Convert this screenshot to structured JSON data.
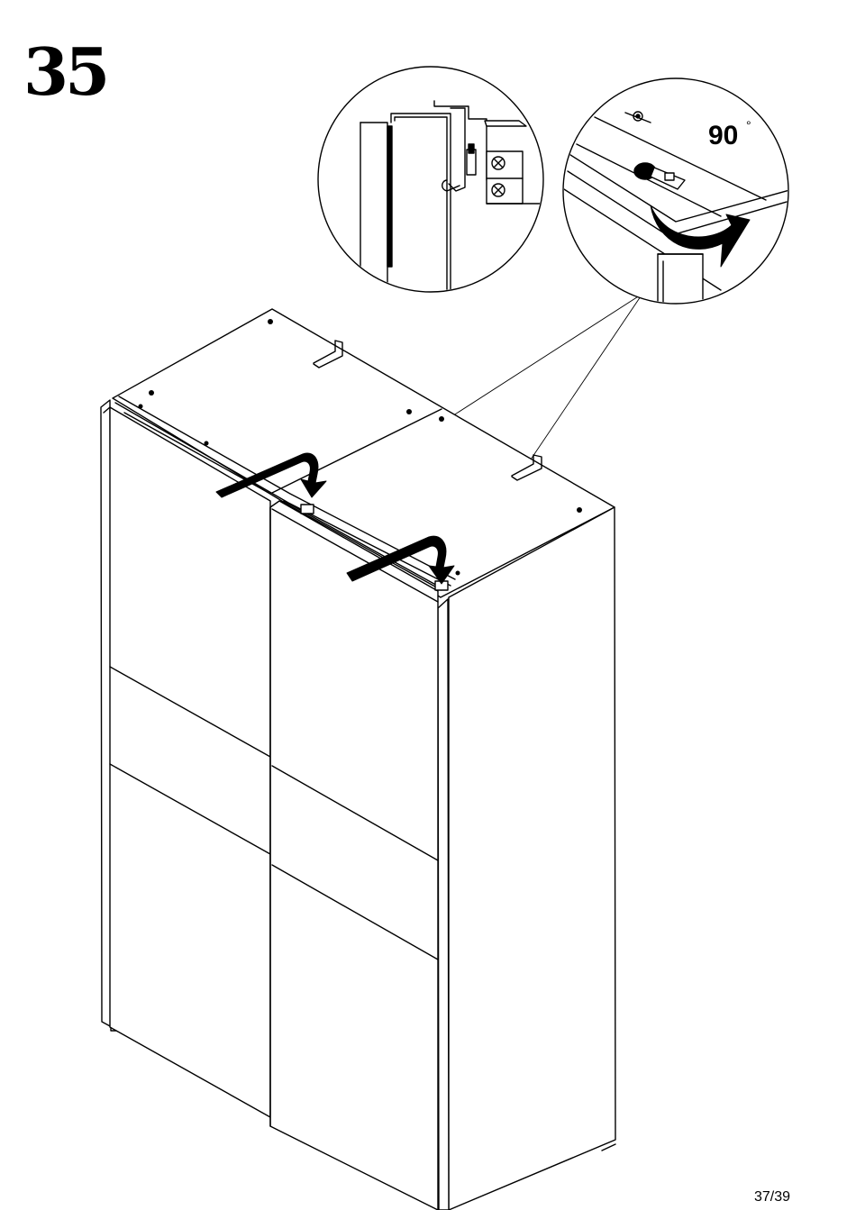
{
  "step": {
    "number": "35"
  },
  "detail_right": {
    "angle_value": "90",
    "angle_unit": "°"
  },
  "footer": {
    "page": "37/39"
  },
  "icons": [
    "rotation-arrow-icon",
    "key-icon"
  ]
}
